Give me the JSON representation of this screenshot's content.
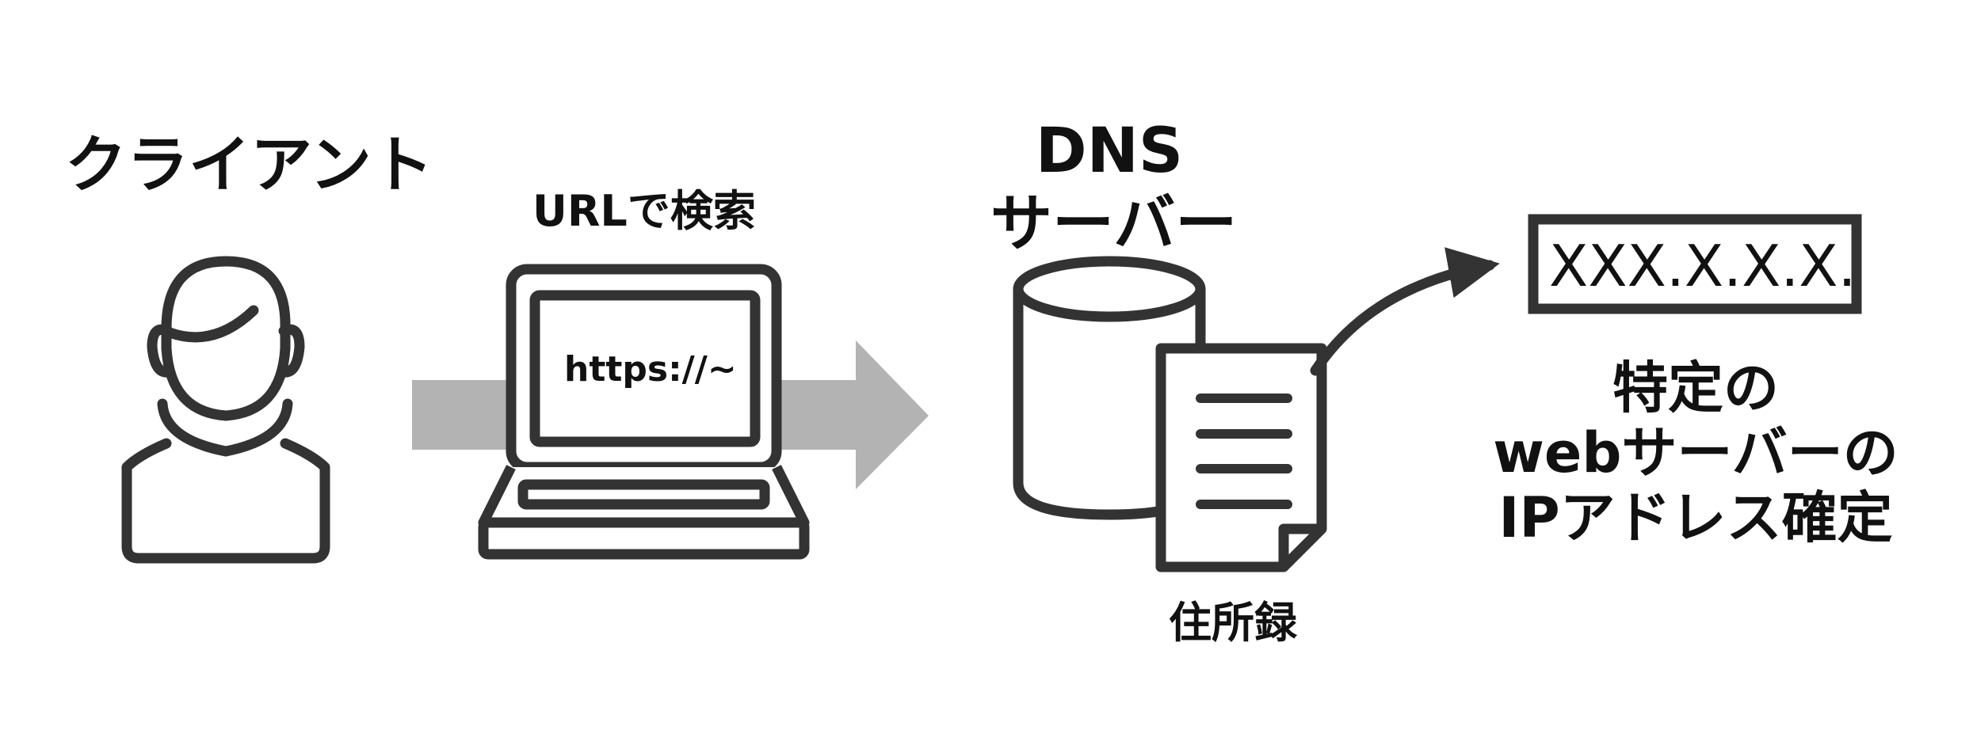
{
  "labels": {
    "client": "クライアント",
    "search": "URLで検索",
    "screen_url": "https://~",
    "dns_line1": "DNS",
    "dns_line2": "サーバー",
    "address_book": "住所録",
    "ip_address": "XXX.X.X.X.",
    "result_line1": "特定の",
    "result_line2": "webサーバーの",
    "result_line3": "IPアドレス確定"
  },
  "icons": [
    "person-icon",
    "laptop-icon",
    "database-icon",
    "document-icon"
  ],
  "colors": {
    "stroke": "#333333",
    "arrow": "#b3b3b3",
    "text": "#111111",
    "background": "#ffffff"
  }
}
